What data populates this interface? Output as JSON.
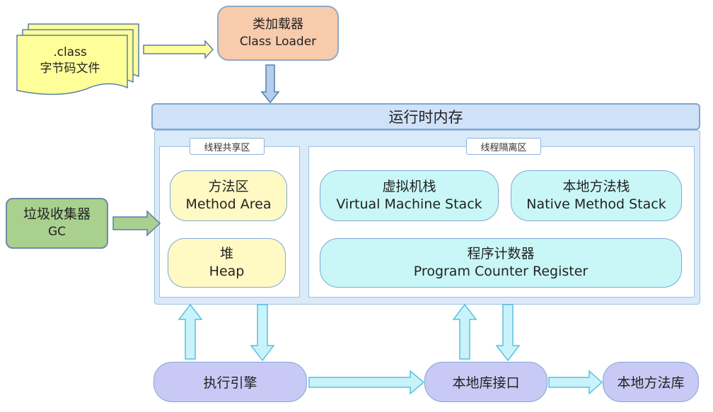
{
  "bytecode": {
    "line1": ".class",
    "line2": "字节码文件"
  },
  "class_loader": {
    "line1": "类加载器",
    "line2": "Class Loader"
  },
  "runtime_memory": {
    "title": "运行时内存"
  },
  "shared_area": {
    "tag": "线程共享区",
    "method_area": {
      "line1": "方法区",
      "line2": "Method Area"
    },
    "heap": {
      "line1": "堆",
      "line2": "Heap"
    }
  },
  "isolated_area": {
    "tag": "线程隔离区",
    "vm_stack": {
      "line1": "虚拟机栈",
      "line2": "Virtual Machine Stack"
    },
    "native_stack": {
      "line1": "本地方法栈",
      "line2": "Native Method Stack"
    },
    "pc_register": {
      "line1": "程序计数器",
      "line2": "Program Counter Register"
    }
  },
  "gc": {
    "line1": "垃圾收集器",
    "line2": "GC"
  },
  "execution_engine": {
    "label": "执行引擎"
  },
  "native_interface": {
    "label": "本地库接口"
  },
  "native_library": {
    "label": "本地方法库"
  },
  "colors": {
    "bytecode": "#ffff99",
    "class_loader": "#f8cbad",
    "runtime_header": "#cfe2f7",
    "runtime_body": "#dbeaf8",
    "method_area": "#fff9c4",
    "isolated_box": "#c9f7f7",
    "gc": "#a9d08e",
    "engine": "#c9c9f5",
    "arrow_fill": "#c9f3fb",
    "arrow_stroke": "#5bc0de"
  }
}
